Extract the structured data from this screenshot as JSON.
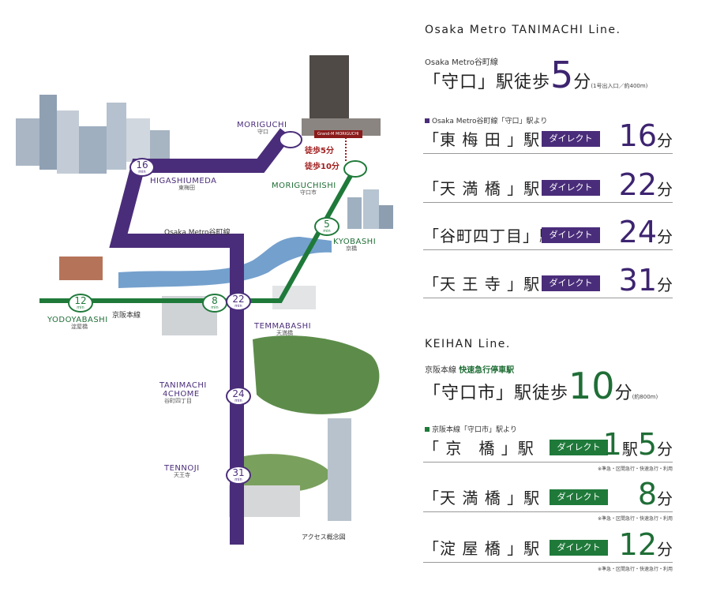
{
  "map": {
    "line_label_tanimachi": "Osaka Metro谷町線",
    "line_label_keihan": "京阪本線",
    "building_tag": "Grand-M MORIGUCHI",
    "walk_5": "徒歩5分",
    "walk_10": "徒歩10分",
    "caption": "アクセス概念図",
    "stations": {
      "moriguchi": {
        "en": "MORIGUCHI",
        "jp": "守口"
      },
      "higashiumeda": {
        "en": "HIGASHIUMEDA",
        "jp": "東梅田"
      },
      "moriguchishi": {
        "en": "MORIGUCHISHI",
        "jp": "守口市"
      },
      "kyobashi": {
        "en": "KYOBASHI",
        "jp": "京橋"
      },
      "yodoyabashi": {
        "en": "YODOYABASHI",
        "jp": "淀屋橋"
      },
      "temmabashi": {
        "en": "TEMMABASHI",
        "jp": "天満橋"
      },
      "tanimachi": {
        "en1": "TANIMACHI",
        "en2": "4CHOME",
        "jp": "谷町四丁目"
      },
      "tennoji": {
        "en": "TENNOJI",
        "jp": "天王寺"
      }
    },
    "badges": {
      "higashiumeda": "16",
      "kyobashi": "5",
      "yodoyabashi": "12",
      "temmabashi_g": "8",
      "temmabashi_p": "22",
      "tanimachi": "24",
      "tennoji": "31",
      "unit": "min"
    },
    "colors": {
      "tanimachi": "#4a2d7a",
      "keihan": "#1f7a3a",
      "walk": "#a01f1f"
    }
  },
  "tanimachi": {
    "title": "Osaka Metro TANIMACHI Line.",
    "sub": "Osaka Metro谷町線",
    "main_station": "「守口」駅徒歩",
    "main_num": "5",
    "main_unit": "分",
    "main_note": "(1号出入口／約400m)",
    "from": "Osaka Metro谷町線「守口」駅より",
    "direct": "ダイレクト",
    "rows": [
      {
        "station": "「東 梅 田 」駅",
        "min": "16",
        "unit": "分"
      },
      {
        "station": "「天 満 橋 」駅",
        "min": "22",
        "unit": "分"
      },
      {
        "station": "「谷町四丁目」駅",
        "min": "24",
        "unit": "分"
      },
      {
        "station": "「天 王 寺 」駅",
        "min": "31",
        "unit": "分"
      }
    ]
  },
  "keihan": {
    "title": "KEIHAN Line.",
    "sub_a": "京阪本線",
    "sub_b": "快速急行停車駅",
    "main_station": "「守口市」駅徒歩",
    "main_num": "10",
    "main_unit": "分",
    "main_note": "(約800m)",
    "from": "京阪本線「守口市」駅より",
    "direct": "ダイレクト",
    "note": "※準急・区間急行・快速急行・利用",
    "rows": [
      {
        "station": "「 京　橋 」駅",
        "n1": "1",
        "k": "駅",
        "min": "5",
        "unit": "分"
      },
      {
        "station": "「天 満 橋 」駅",
        "min": "8",
        "unit": "分"
      },
      {
        "station": "「淀 屋 橋 」駅",
        "min": "12",
        "unit": "分"
      }
    ]
  }
}
